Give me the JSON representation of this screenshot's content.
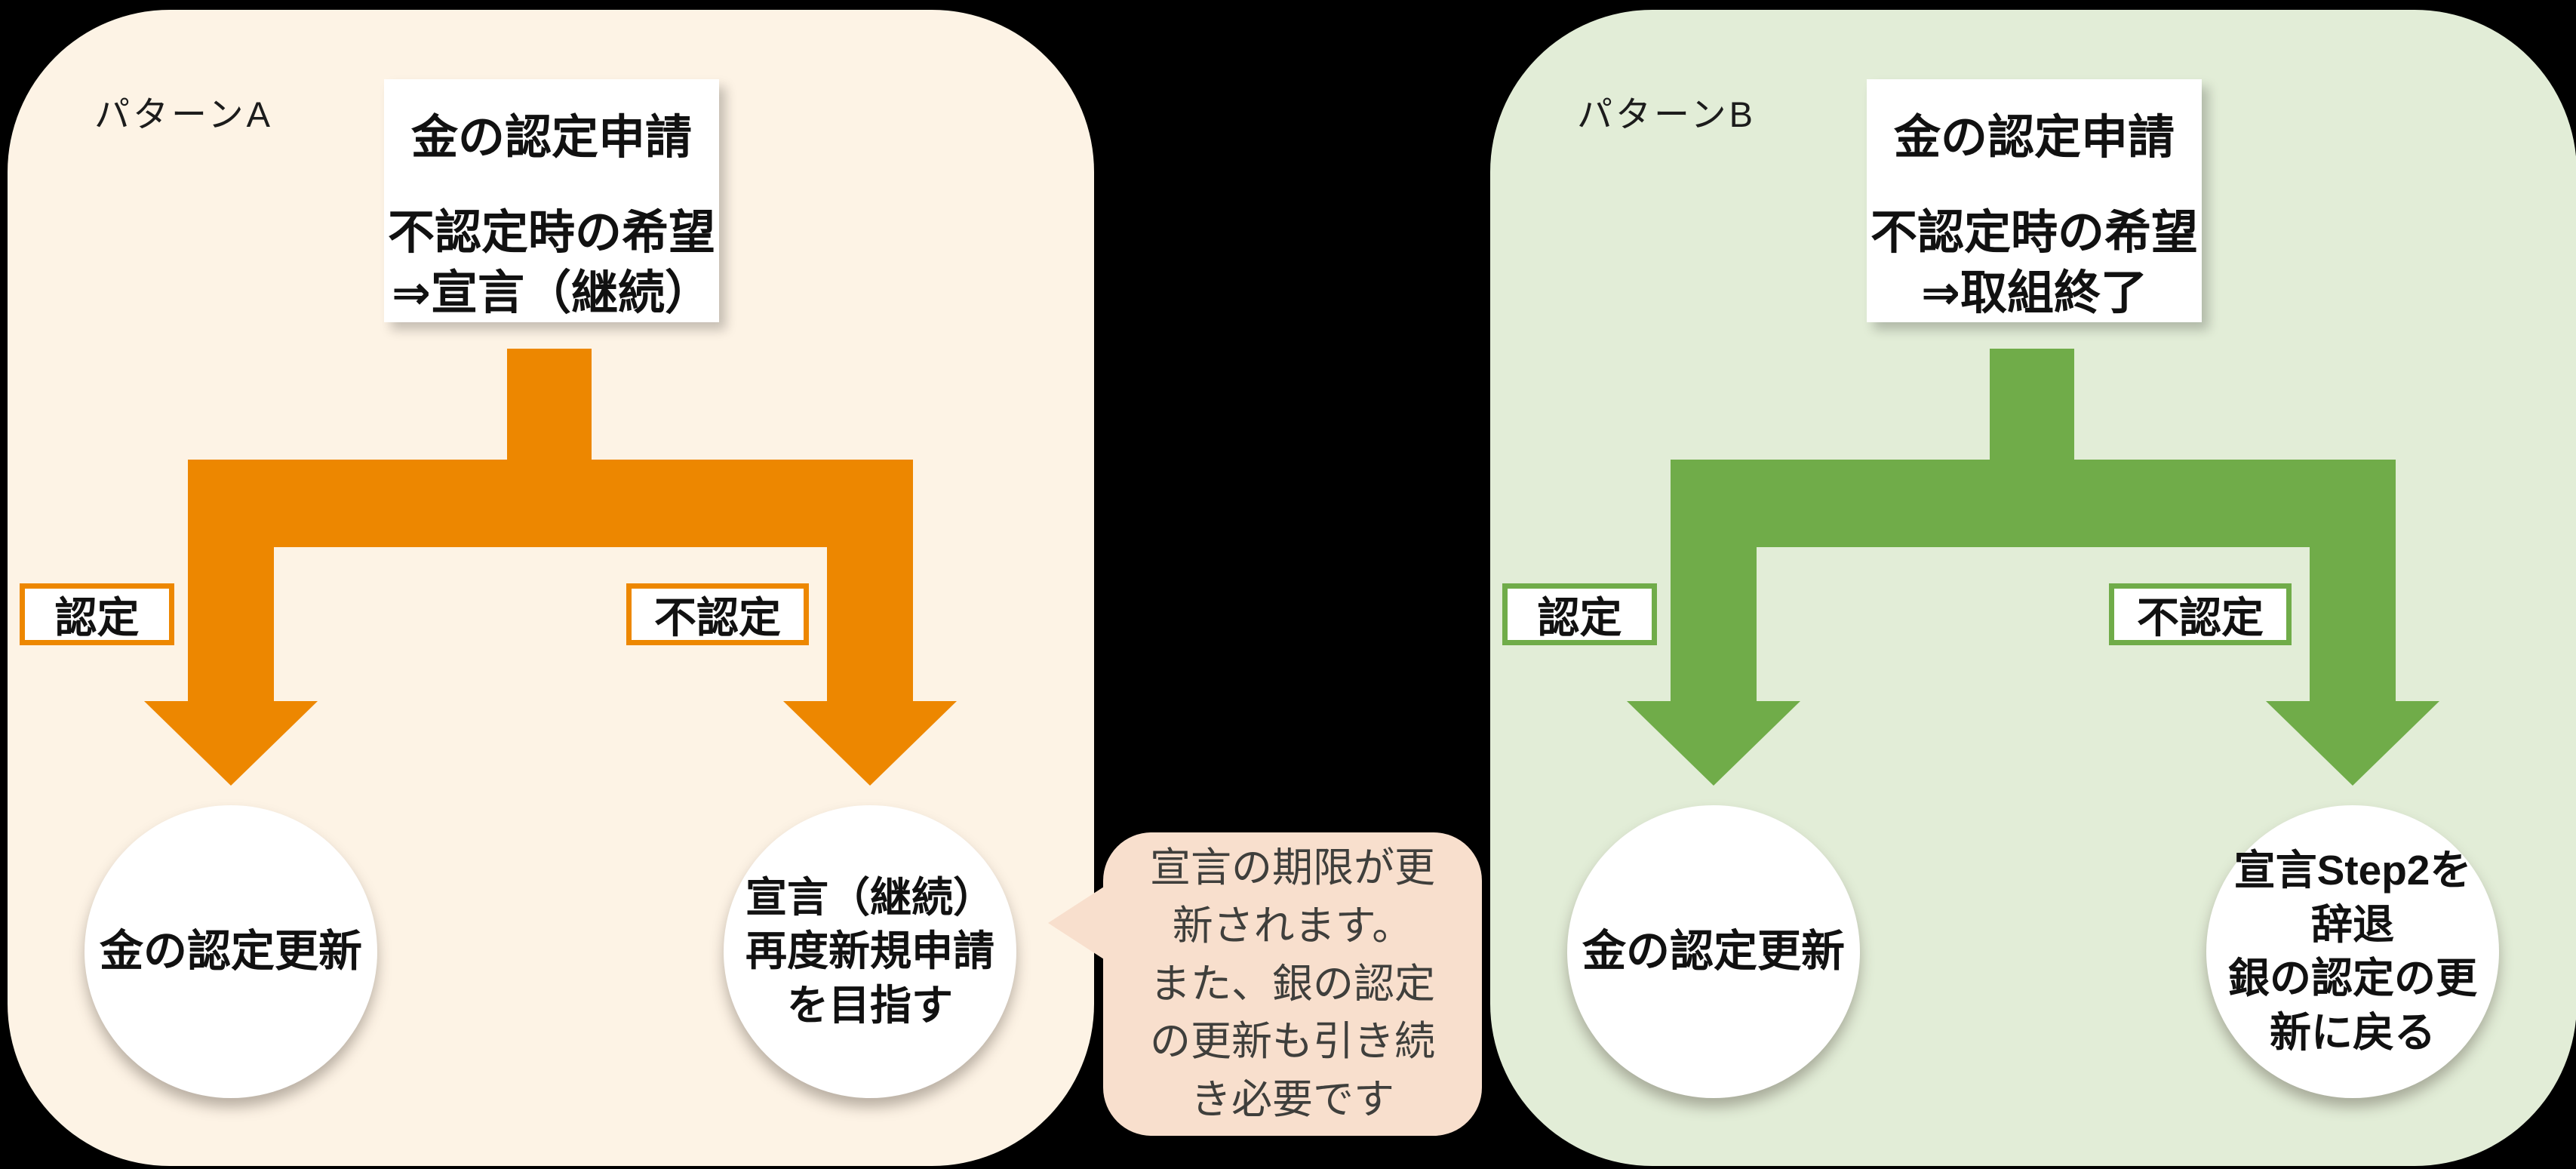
{
  "colors": {
    "background": "#000000",
    "panel_a_bg": "#FDF3E5",
    "panel_b_bg": "#E2EDD7",
    "accent_a": "#ED8700",
    "accent_b": "#70AC49",
    "bubble_bg": "#F8DFCD",
    "bubble_text": "#3F3F3C",
    "text": "#111111",
    "box_bg": "#FFFFFF"
  },
  "panels": [
    {
      "label": "パターンA",
      "top_box": {
        "line1": "金の認定申請",
        "line2": "不認定時の希望",
        "line3": "⇒宣言（継続）"
      },
      "branch_labels": {
        "left": "認定",
        "right": "不認定"
      },
      "outcomes": {
        "left": {
          "line1": "金の認定更新"
        },
        "right": {
          "line1": "宣言（継続）",
          "line2": "再度新規申請",
          "line3": "を目指す"
        }
      }
    },
    {
      "label": "パターンB",
      "top_box": {
        "line1": "金の認定申請",
        "line2": "不認定時の希望",
        "line3": "⇒取組終了"
      },
      "branch_labels": {
        "left": "認定",
        "right": "不認定"
      },
      "outcomes": {
        "left": {
          "line1": "金の認定更新"
        },
        "right": {
          "line1": "宣言Step2を",
          "line2": "辞退",
          "line3": "銀の認定の更",
          "line4": "新に戻る"
        }
      }
    }
  ],
  "callout": {
    "line1": "宣言の期限が更",
    "line2": "新されます。",
    "line3": "また、銀の認定",
    "line4": "の更新も引き続",
    "line5": "き必要です"
  }
}
